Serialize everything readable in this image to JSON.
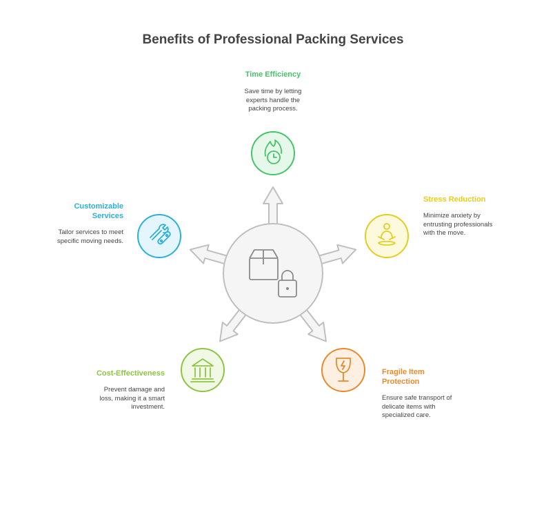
{
  "title": "Benefits of Professional Packing Services",
  "colors": {
    "hub_fill": "#f5f5f5",
    "hub_stroke": "#bfbfbf",
    "icon_gray": "#8a8a8a"
  },
  "benefits": [
    {
      "heading": "Time Efficiency",
      "description": "Save time by letting experts handle the packing process.",
      "color": "#45c46a",
      "fill": "#e6f8ea",
      "icon": "fire-clock-icon"
    },
    {
      "heading": "Stress Reduction",
      "description": "Minimize anxiety by entrusting professionals with the move.",
      "color": "#e6cc1e",
      "fill": "#fdf9dc",
      "icon": "meditation-icon"
    },
    {
      "heading": "Fragile Item Protection",
      "description": "Ensure safe transport of delicate items with specialized care.",
      "color": "#e88a2c",
      "fill": "#fdf0e3",
      "icon": "broken-glass-icon"
    },
    {
      "heading": "Cost-Effectiveness",
      "description": "Prevent damage and loss, making it a smart investment.",
      "color": "#8cc63f",
      "fill": "#f1f8e6",
      "icon": "bank-icon"
    },
    {
      "heading": "Customizable Services",
      "description": "Tailor services to meet specific moving needs.",
      "color": "#2bb0d9",
      "fill": "#e4f5fb",
      "icon": "tools-icon"
    }
  ],
  "hub": {
    "icons": [
      "box-icon",
      "padlock-icon"
    ]
  }
}
